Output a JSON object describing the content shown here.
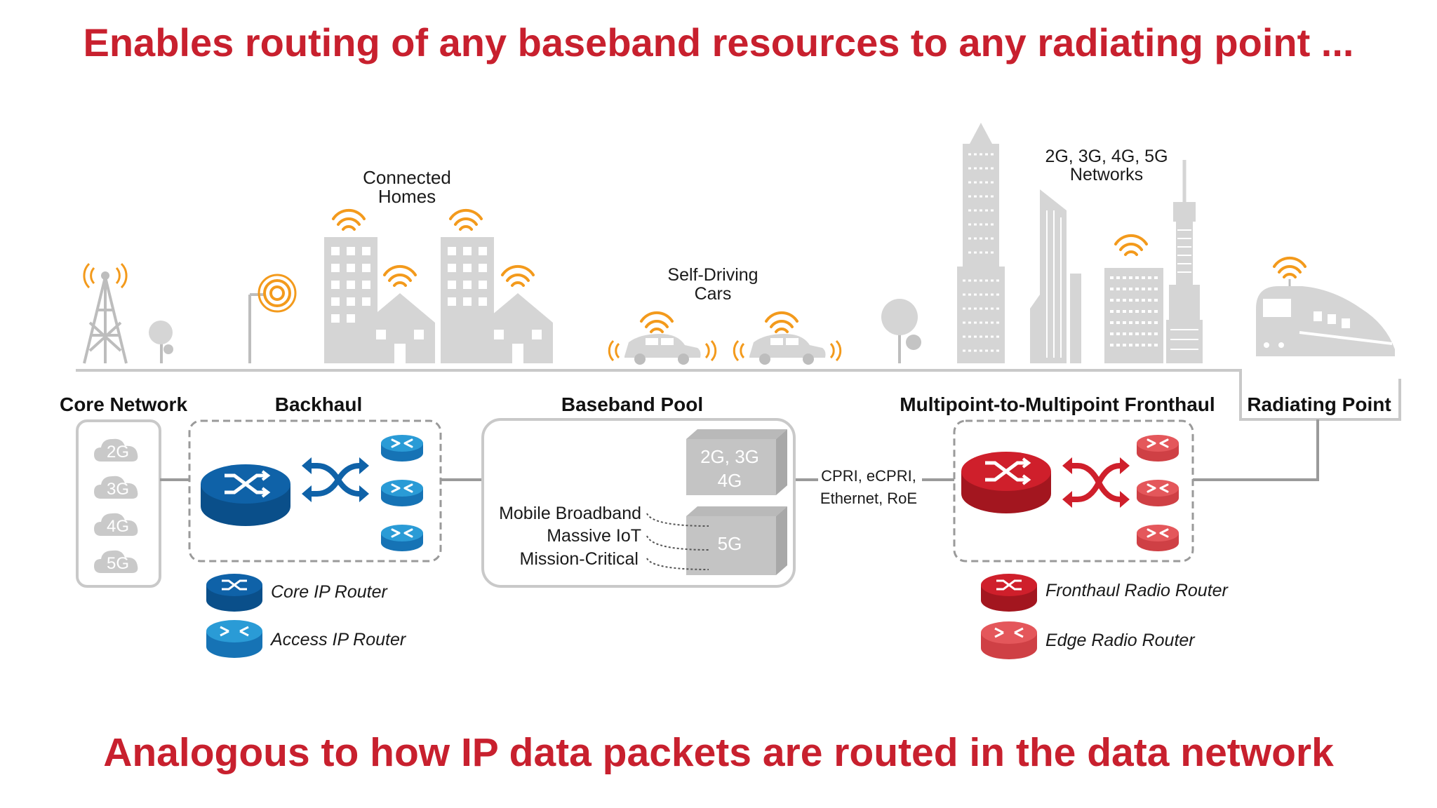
{
  "title": "Enables routing of any baseband resources to any radiating point ...",
  "subtitle": "Analogous to how IP data packets are routed in the data network",
  "colors": {
    "headline": "#c8202e",
    "blue_dark": "#0f62a8",
    "blue_light": "#2a9bd6",
    "red_dark": "#cf1f2b",
    "red_light": "#e4575b",
    "gray": "#cfcfcf",
    "antenna_orange": "#f39a1c",
    "text": "#1a1a1a"
  },
  "scene_labels": {
    "connected_homes": [
      "Connected",
      "Homes"
    ],
    "self_driving_cars": [
      "Self-Driving",
      "Cars"
    ],
    "networks": [
      "2G, 3G, 4G, 5G",
      "Networks"
    ]
  },
  "sections": {
    "core_network": "Core Network",
    "backhaul": "Backhaul",
    "baseband_pool": "Baseband Pool",
    "fronthaul": "Multipoint-to-Multipoint Fronthaul",
    "radiating_point": "Radiating Point"
  },
  "core_network_clouds": [
    "2G",
    "3G",
    "4G",
    "5G"
  ],
  "baseband": {
    "upper_block": [
      "2G, 3G",
      "4G"
    ],
    "lower_block": "5G",
    "services": [
      "Mobile Broadband",
      "Massive IoT",
      "Mission-Critical"
    ]
  },
  "protocol_label": [
    "CPRI, eCPRI,",
    "Ethernet, RoE"
  ],
  "legend": {
    "core_ip_router": "Core IP Router",
    "access_ip_router": "Access IP Router",
    "fronthaul_radio_router": "Fronthaul Radio Router",
    "edge_radio_router": "Edge Radio Router"
  },
  "icons": [
    "cell-tower-icon",
    "tree-icon",
    "street-light-icon",
    "building-icon",
    "house-icon",
    "car-icon",
    "skyscraper-icon",
    "train-icon",
    "wifi-signal-icon",
    "cloud-icon",
    "router-icon",
    "crossover-arrows-icon"
  ]
}
